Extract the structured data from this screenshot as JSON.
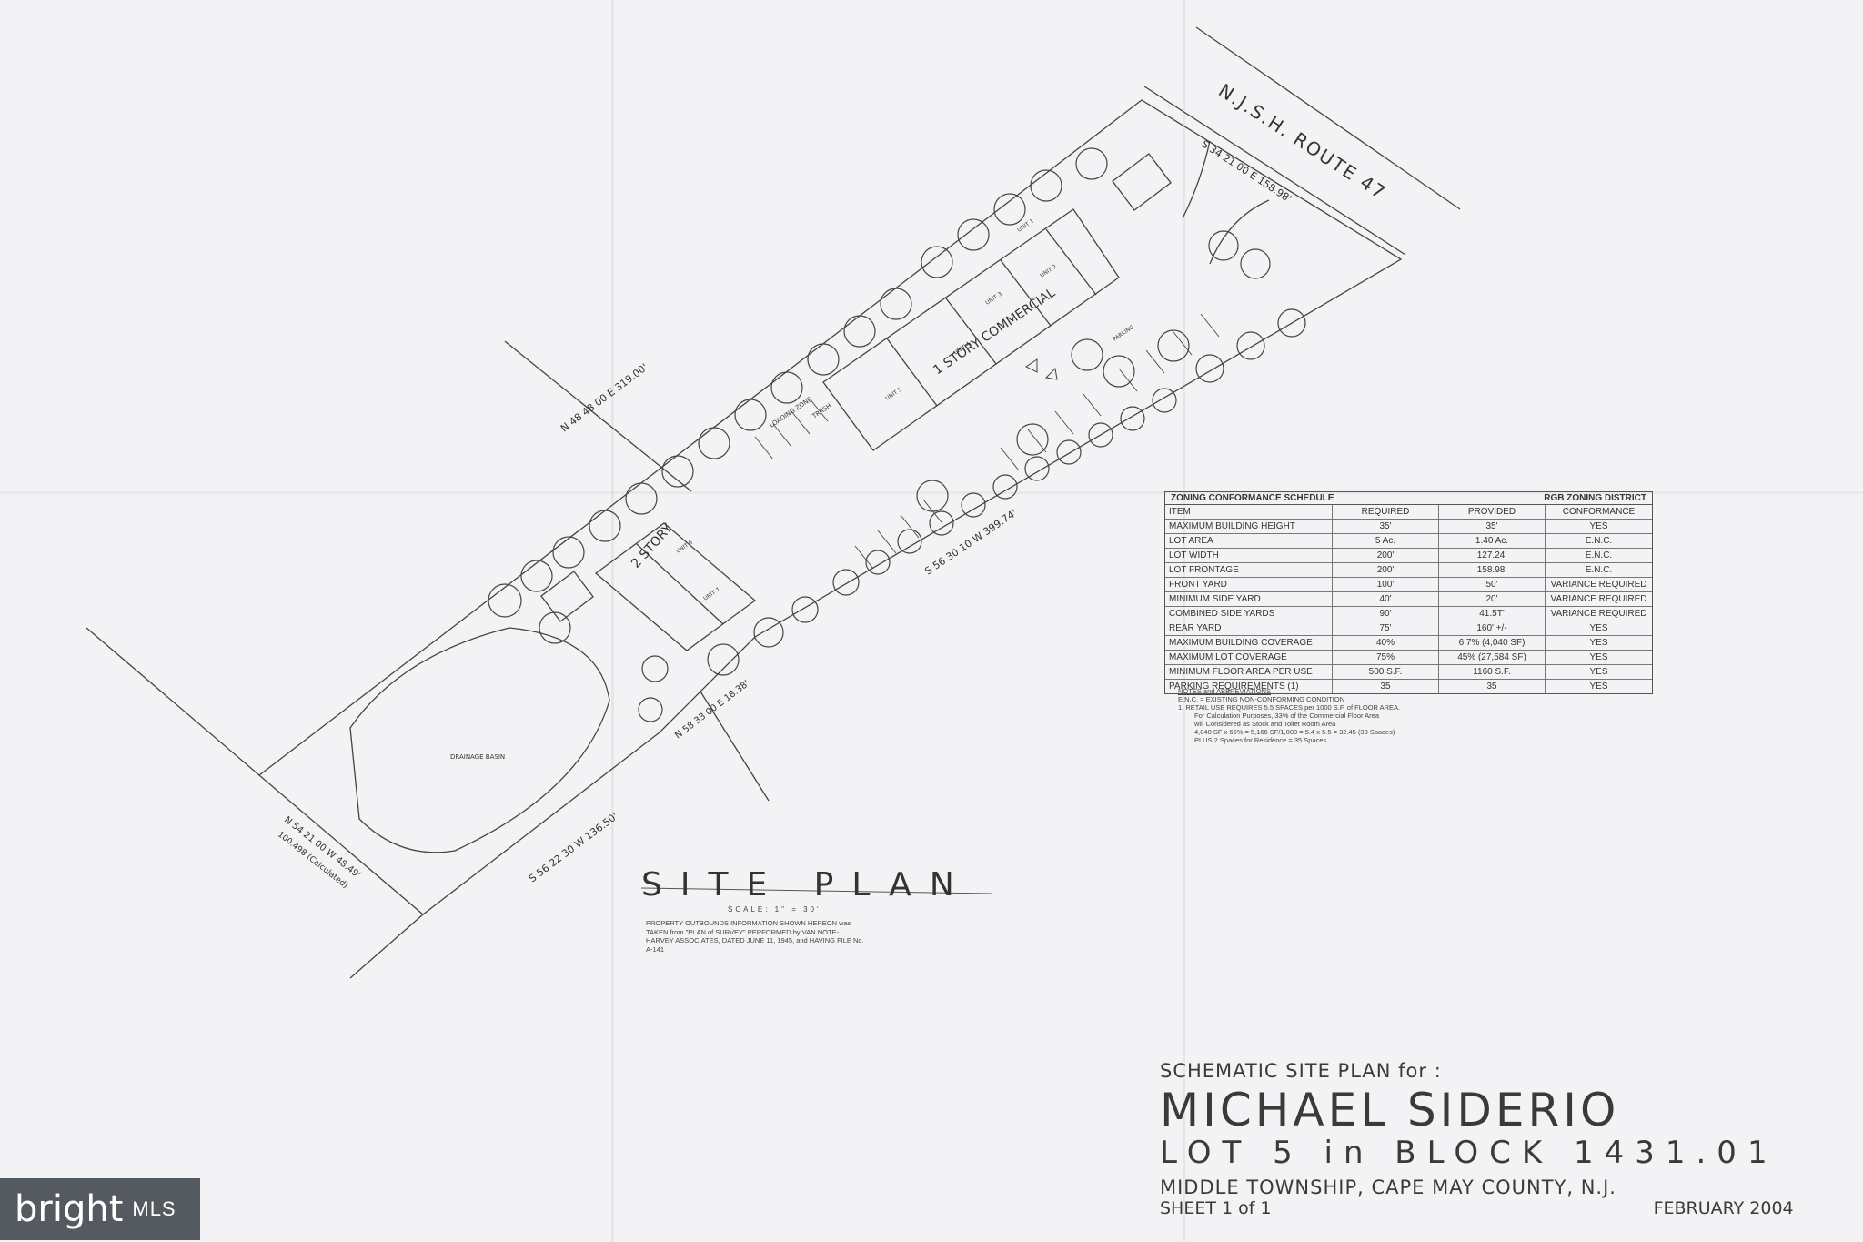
{
  "plan": {
    "route_label": "N.J.S.H. ROUTE 47",
    "bearing_front": "S 34 21 00 E  158.98'",
    "bearing_north": "N 48 48 00 E  319.00'",
    "bearing_south": "S 56 30 10 W  399.74'",
    "bearing_offset": "N 58 33 00 E  18.38'",
    "bearing_rear": "N 54 21 00 W  48.49'",
    "bearing_rear_calc": "100.498 (Calculated)",
    "bearing_bottom": "S 56 22 30 W  136.50'",
    "building_commercial": "1 STORY COMMERCIAL",
    "building_mixed": "2 STORY",
    "unit_labels": [
      "UNIT 1",
      "UNIT 2",
      "UNIT 3",
      "UNIT 4",
      "UNIT 5",
      "UNIT 6",
      "UNIT 7"
    ],
    "drainage_basin": "DRAINAGE BASIN",
    "loading_zone": "LOADING ZONE",
    "trash": "TRASH",
    "parking": "PARKING"
  },
  "zoning": {
    "title": "ZONING CONFORMANCE SCHEDULE",
    "district": "RGB ZONING DISTRICT",
    "headers": [
      "ITEM",
      "REQUIRED",
      "PROVIDED",
      "CONFORMANCE"
    ],
    "rows": [
      [
        "MAXIMUM BUILDING HEIGHT",
        "35'",
        "35'",
        "YES"
      ],
      [
        "LOT AREA",
        "5 Ac.",
        "1.40 Ac.",
        "E.N.C."
      ],
      [
        "LOT WIDTH",
        "200'",
        "127.24'",
        "E.N.C."
      ],
      [
        "LOT FRONTAGE",
        "200'",
        "158.98'",
        "E.N.C."
      ],
      [
        "FRONT YARD",
        "100'",
        "50'",
        "VARIANCE REQUIRED"
      ],
      [
        "MINIMUM SIDE YARD",
        "40'",
        "20'",
        "VARIANCE REQUIRED"
      ],
      [
        "COMBINED SIDE YARDS",
        "90'",
        "41.5T'",
        "VARIANCE REQUIRED"
      ],
      [
        "REAR YARD",
        "75'",
        "160' +/-",
        "YES"
      ],
      [
        "MAXIMUM BUILDING COVERAGE",
        "40%",
        "6.7% (4,040 SF)",
        "YES"
      ],
      [
        "MAXIMUM LOT COVERAGE",
        "75%",
        "45% (27,584 SF)",
        "YES"
      ],
      [
        "MINIMUM FLOOR AREA PER USE",
        "500 S.F.",
        "1160 S.F.",
        "YES"
      ],
      [
        "PARKING REQUIREMENTS (1)",
        "35",
        "35",
        "YES"
      ]
    ],
    "notes": [
      "NOTES and ABBREVIATIONS",
      "E.N.C. = EXISTING NON-CONFORMING CONDITION",
      "1.  RETAIL USE REQUIRES 5.5 SPACES per 1000 S.F. of FLOOR AREA.",
      "For Calculation Purposes, 33% of the Commercial Floor Area",
      "will Considered as Stock and Toilet Room Area",
      "4,040 SF x 66% = 5,166 SF/1,000 = 5.4 x 5.5 = 32.45 (33 Spaces)",
      "PLUS 2 Spaces for Residence = 35 Spaces"
    ]
  },
  "site_plan": {
    "title": "SITE PLAN",
    "scale": "SCALE: 1\" = 30'",
    "source_note": "PROPERTY OUTBOUNDS INFORMATION SHOWN HEREON was TAKEN from \"PLAN of SURVEY\" PERFORMED by VAN NOTE-HARVEY ASSOCIATES, DATED JUNE 11, 1945, and HAVING FILE No. A-141"
  },
  "title_block": {
    "line1": "SCHEMATIC SITE PLAN for :",
    "line2": "MICHAEL SIDERIO",
    "line3": "LOT 5 in BLOCK 1431.01",
    "line4": "MIDDLE TOWNSHIP, CAPE MAY COUNTY, N.J.",
    "sheet": "SHEET 1 of 1",
    "date": "FEBRUARY 2004"
  },
  "watermark": {
    "brand": "bright",
    "suffix": "MLS"
  }
}
